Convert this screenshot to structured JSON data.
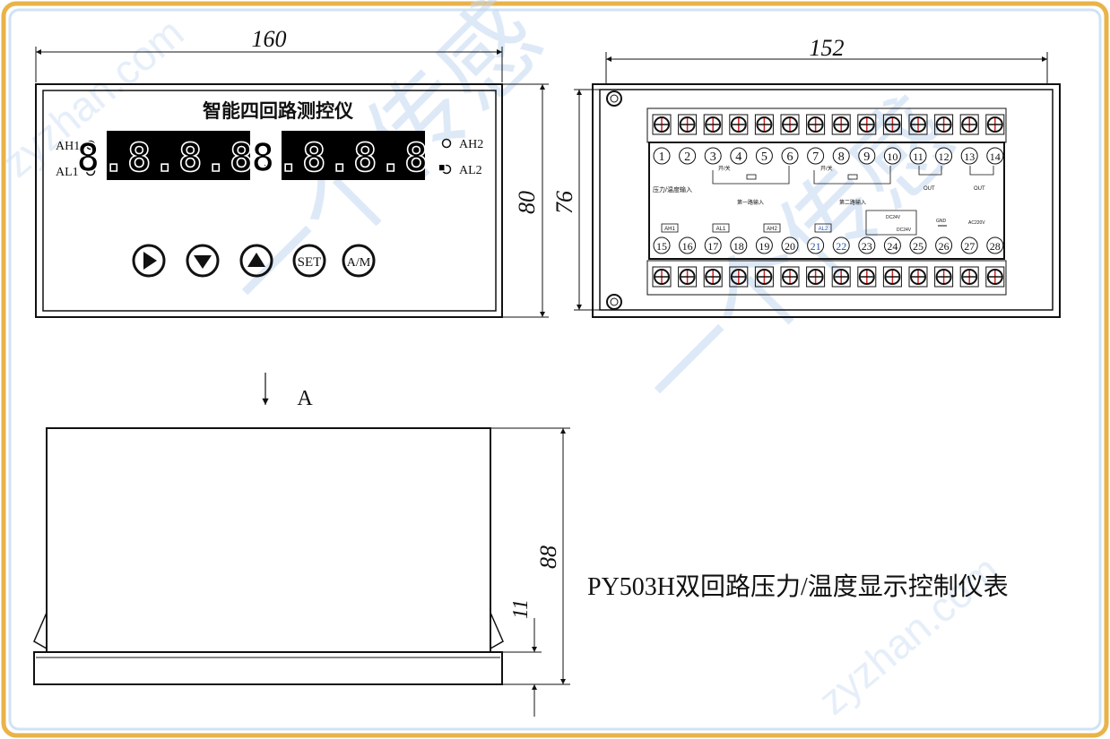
{
  "colors": {
    "frame_gold": "#e9b34a",
    "frame_blue": "#cfe3f5",
    "line": "#111111",
    "terminal_red": "#cc2222",
    "display_bg": "#000000",
    "watermark": "#b9cfee"
  },
  "front_view": {
    "width_dim": "160",
    "height_dim": "80",
    "title": "智能四回路测控仪",
    "left_leds": [
      "AH1",
      "AL1"
    ],
    "right_leds": [
      "AH2",
      "AL2"
    ],
    "display_digits": "8.8.8.8.",
    "buttons": [
      {
        "icon": "play-right-icon",
        "label": ""
      },
      {
        "icon": "triangle-down-icon",
        "label": ""
      },
      {
        "icon": "triangle-up-icon",
        "label": ""
      },
      {
        "icon": "set-icon",
        "label": "SET"
      },
      {
        "icon": "auto-manual-icon",
        "label": "A/M"
      }
    ]
  },
  "rear_view": {
    "width_dim": "152",
    "height_dim": "76",
    "top_terminals": [
      "1",
      "2",
      "3",
      "4",
      "5",
      "6",
      "7",
      "8",
      "9",
      "10",
      "11",
      "12",
      "13",
      "14"
    ],
    "bottom_terminals": [
      "15",
      "16",
      "17",
      "18",
      "19",
      "20",
      "21",
      "22",
      "23",
      "24",
      "25",
      "26",
      "27",
      "28"
    ],
    "top_labels": [
      "压力/温度输入",
      "开/关",
      "第一路输入",
      "开/关",
      "第二路输入",
      "OUT",
      "OUT"
    ],
    "bottom_labels": [
      "AH1",
      "AL1",
      "AH2",
      "AL2",
      "DC24V",
      "DC24V",
      "GND",
      "AC220V"
    ]
  },
  "side_view": {
    "arrow_label": "A",
    "height_dim": "88",
    "flange_dim": "11"
  },
  "caption": "PY503H双回路压力/温度显示控制仪表",
  "watermarks": [
    "zyzhan.com",
    "一个传感"
  ]
}
